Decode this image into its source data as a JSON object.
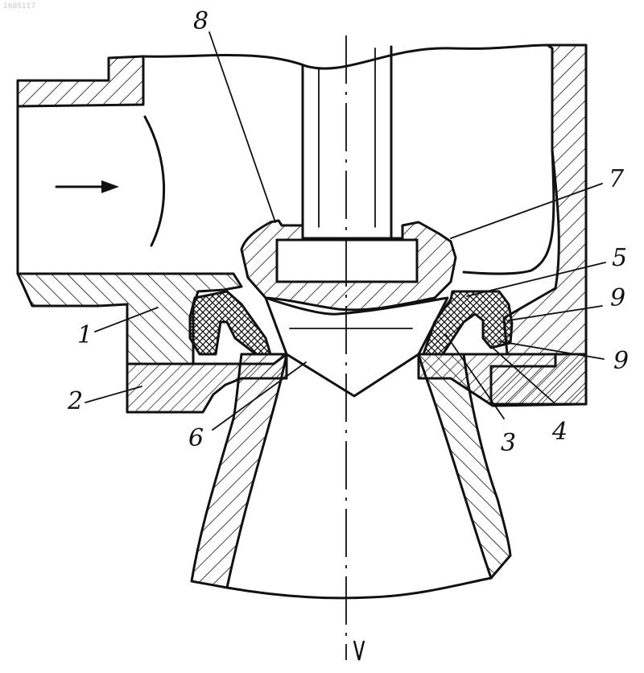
{
  "stamp": "1685117",
  "labels": {
    "l1": "1",
    "l2": "2",
    "l3": "3",
    "l4": "4",
    "l5": "5",
    "l6": "6",
    "l7": "7",
    "l8": "8",
    "l9a": "9",
    "l9b": "9"
  },
  "colors": {
    "line": "#111111",
    "paper": "#ffffff"
  }
}
